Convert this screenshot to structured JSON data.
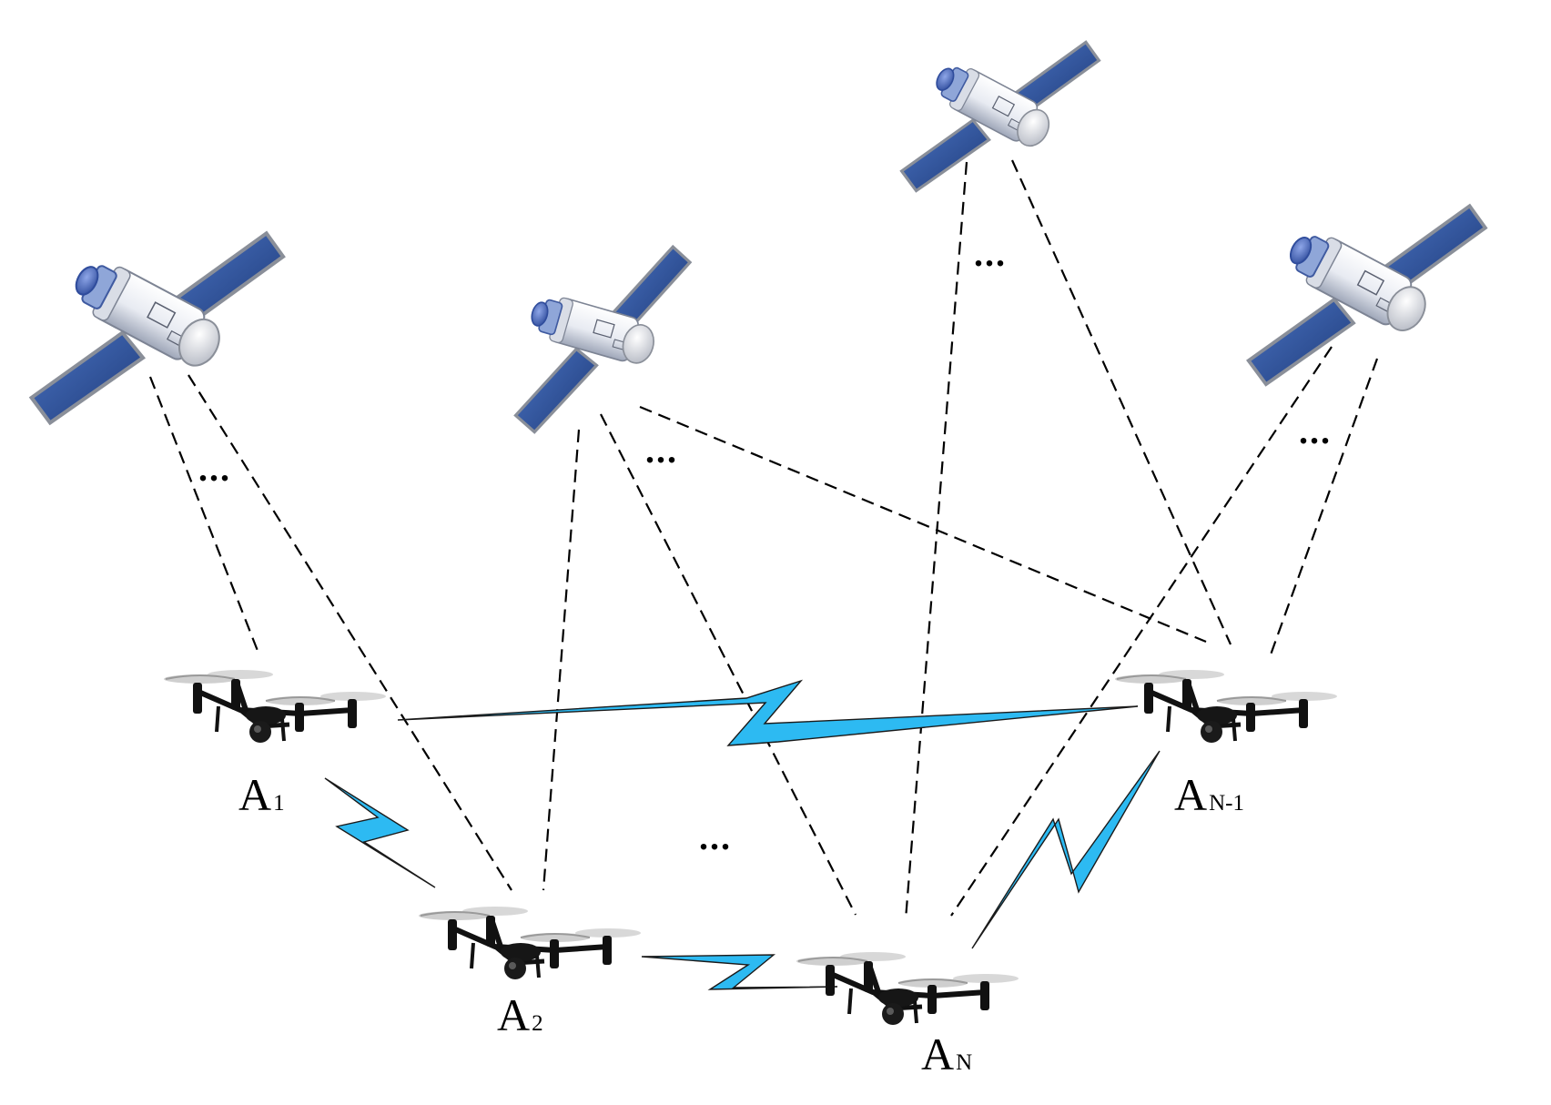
{
  "colors": {
    "link_bolt": "#2dbaf2",
    "solar_panel_dark": "#1e3a78",
    "solar_panel_light": "#4a73c2",
    "satellite_body": "#e8ebf2",
    "dashed_line": "#000000"
  },
  "icons": [
    "satellite-icon",
    "drone-icon"
  ],
  "nodes": [
    {
      "letter": "A",
      "sub": "1"
    },
    {
      "letter": "A",
      "sub": "2"
    },
    {
      "letter": "A",
      "sub": "N"
    },
    {
      "letter": "A",
      "sub": "N-1"
    }
  ],
  "ellipses": [
    "...",
    "...",
    "...",
    "...",
    "..."
  ]
}
